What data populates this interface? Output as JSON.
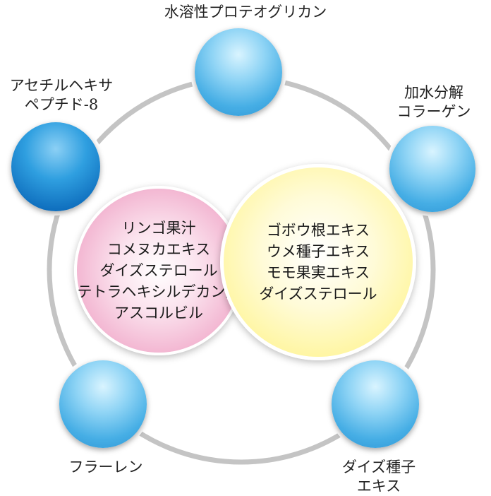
{
  "outer_nodes": [
    {
      "id": "top",
      "lines": [
        "水溶性プロテオグリカン"
      ]
    },
    {
      "id": "right",
      "lines": [
        "加水分解",
        "コラーゲン"
      ]
    },
    {
      "id": "bottom_right",
      "lines": [
        "ダイズ種子",
        "エキス"
      ]
    },
    {
      "id": "bottom_left",
      "lines": [
        "フラーレン"
      ]
    },
    {
      "id": "left",
      "lines": [
        "アセチルヘキサ",
        "ペプチド-8"
      ]
    }
  ],
  "pink_circle": {
    "lines": [
      "リンゴ果汁",
      "コメヌカエキス",
      "ダイズステロール",
      "テトラヘキシルデカン酸",
      "アスコルビル"
    ]
  },
  "yellow_circle": {
    "lines": [
      "ゴボウ根エキス",
      "ウメ種子エキス",
      "モモ果実エキス",
      "ダイズステロール"
    ]
  },
  "colors": {
    "ring": "#c4c4c4",
    "node_light": "#46aee5",
    "node_dark": "#0f6fbe",
    "pink": "#f2b2cf",
    "yellow": "#fff59a"
  }
}
